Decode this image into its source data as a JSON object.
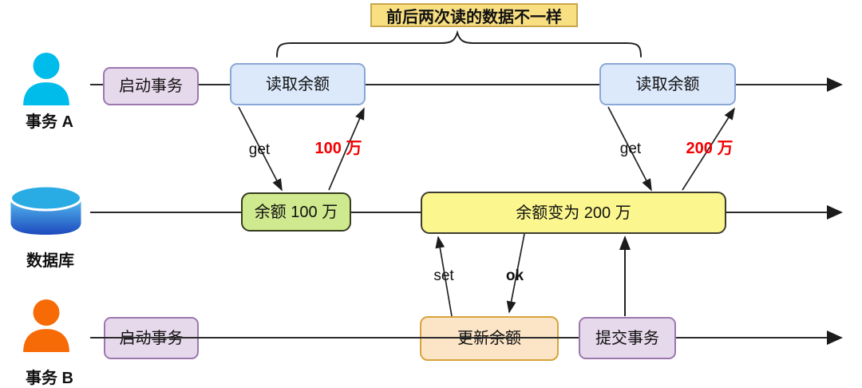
{
  "annotation": {
    "label": "前后两次读的数据不一样"
  },
  "lanes": {
    "transaction_a": {
      "actor": "事务 A",
      "boxes": [
        {
          "label": "启动事务"
        },
        {
          "label": "读取余额"
        },
        {
          "label": "读取余额"
        }
      ]
    },
    "database": {
      "actor": "数据库",
      "boxes": [
        {
          "label": "余额 100 万"
        },
        {
          "label": "余额变为 200 万"
        }
      ]
    },
    "transaction_b": {
      "actor": "事务 B",
      "boxes": [
        {
          "label": "启动事务"
        },
        {
          "label": "更新余额"
        },
        {
          "label": "提交事务"
        }
      ]
    }
  },
  "messages": {
    "get_first": "get",
    "result_first": "100 万",
    "get_second": "get",
    "result_second": "200 万",
    "set": "set",
    "ok": "ok"
  },
  "colors": {
    "result_text": "#f40000",
    "transaction_a_actor": "#00bcea",
    "transaction_b_actor": "#f76b07",
    "database_top": "#29ace4",
    "database_body_start": "#55baf0",
    "database_body_end": "#1c49bd",
    "annotation_fill": "#f8df82",
    "annotation_border": "#c9a64c",
    "read_box_fill": "#dbe9fb",
    "read_box_border": "#8aa7d6",
    "start_box_fill": "#e7d9ec",
    "start_box_border": "#9c77ae",
    "balance_box_fill": "#cfe98e",
    "balance_changed_fill": "#fbf78e",
    "update_box_fill": "#fce5c6",
    "update_box_border": "#d8a33c",
    "line": "#2b2b2b"
  }
}
